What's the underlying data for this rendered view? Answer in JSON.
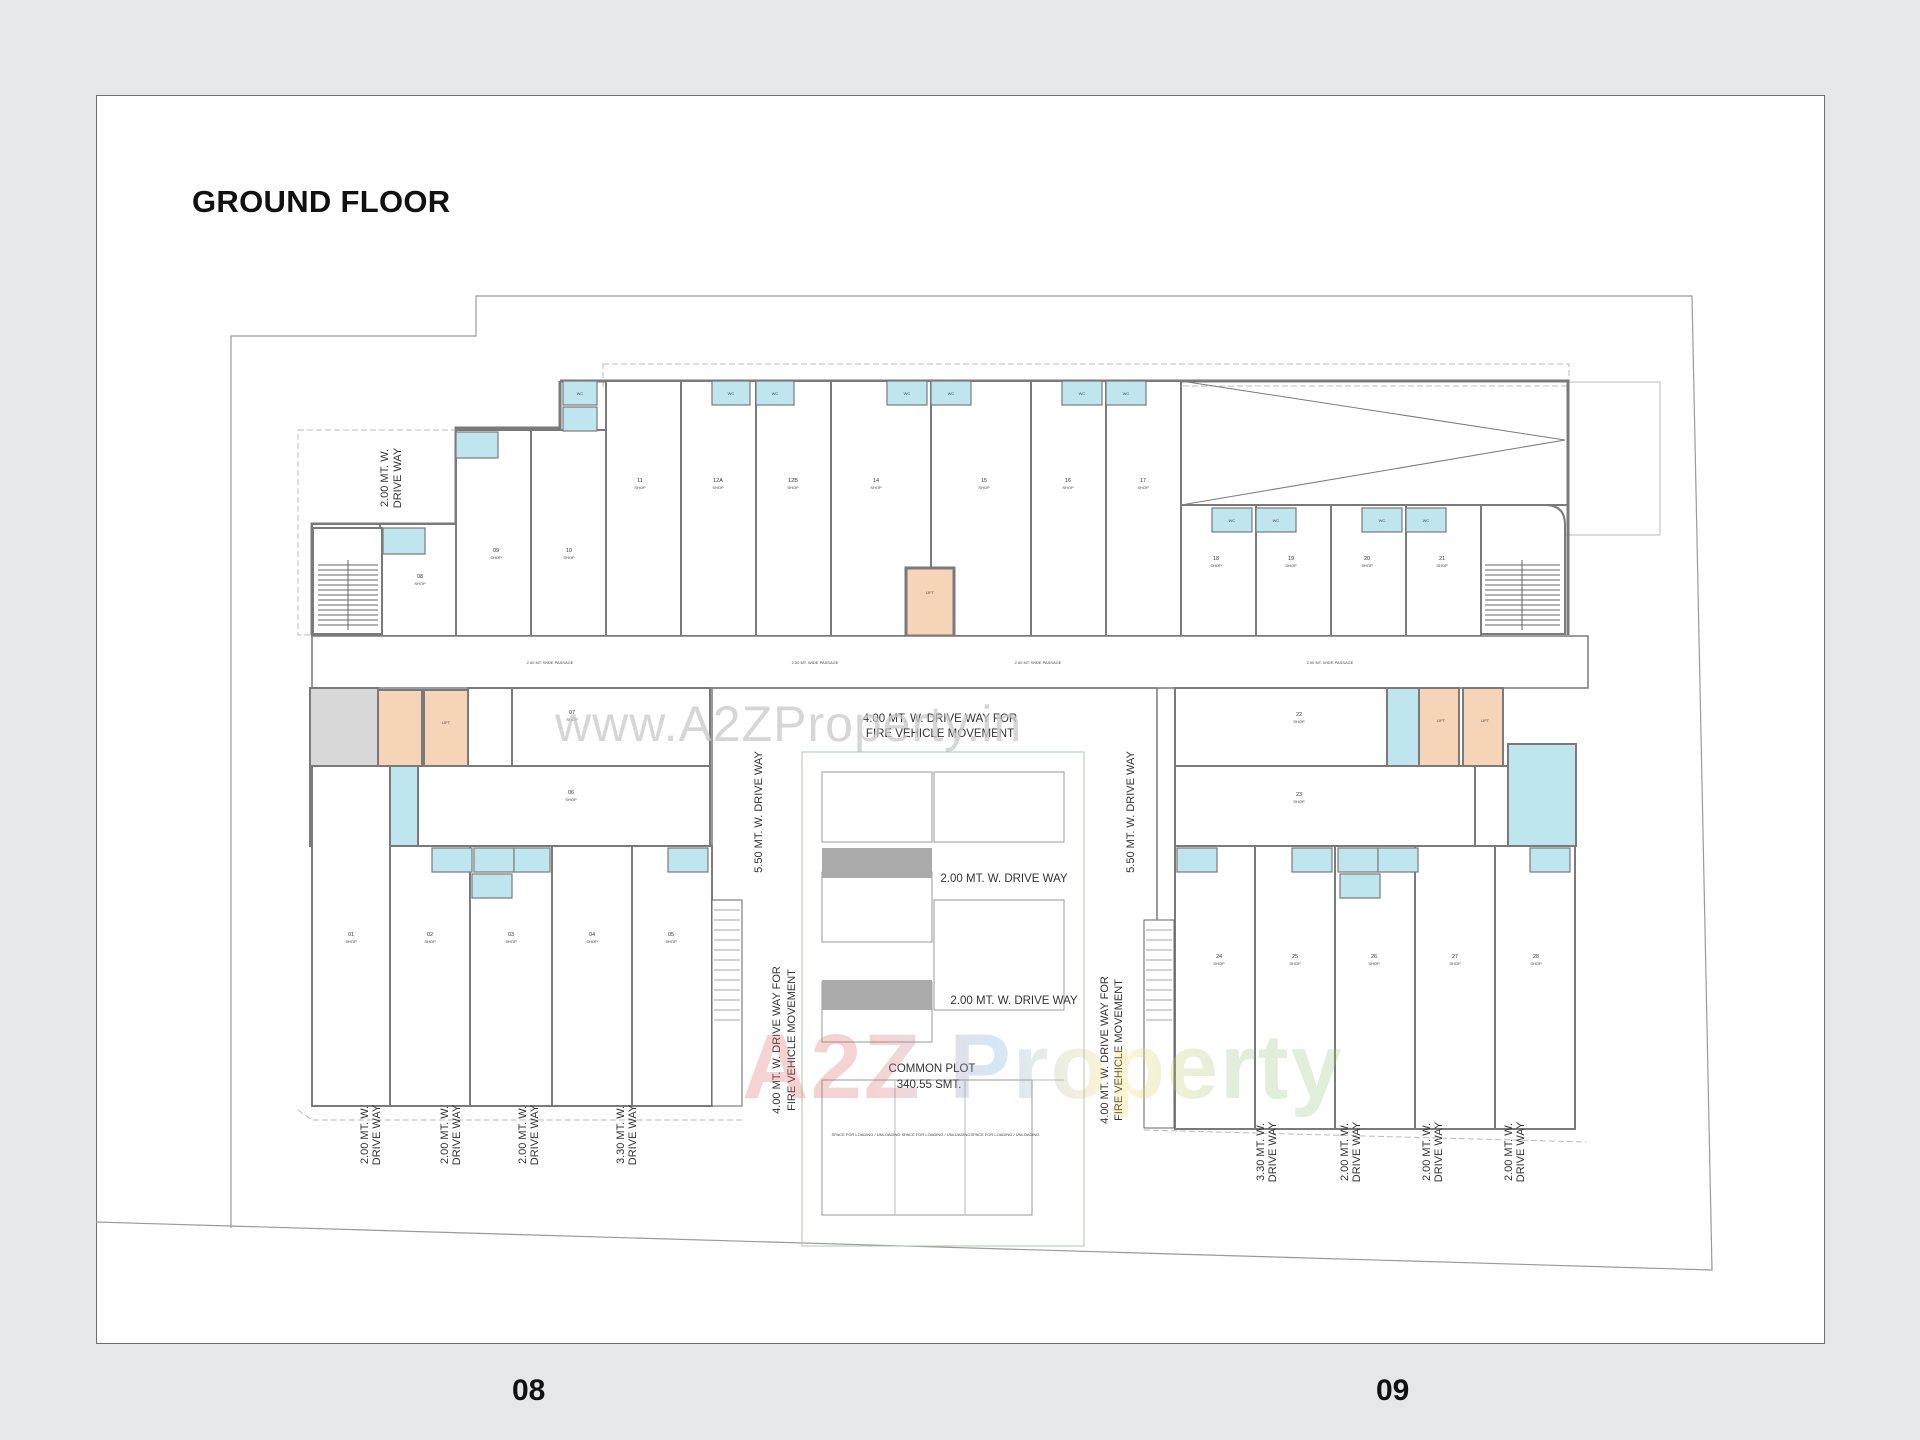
{
  "title": "GROUND FLOOR",
  "page_numbers": [
    "08",
    "09"
  ],
  "watermarks": {
    "url": "www.A2ZProperty.in",
    "brand": "A2Z Property"
  },
  "drive_way_labels": {
    "fire_top": [
      "4.00 MT. W. DRIVE WAY FOR",
      "FIRE VEHICLE MOVEMENT"
    ],
    "fire_left": [
      "4.00 MT. W. DRIVE WAY FOR",
      "FIRE VEHICLE MOVEMENT"
    ],
    "fire_right": [
      "4.00 MT. W. DRIVE WAY FOR",
      "FIRE VEHICLE MOVEMENT"
    ],
    "side_left": "5.50 MT. W. DRIVE WAY",
    "side_right": "5.50 MT. W. DRIVE WAY",
    "center_1": "2.00 MT. W. DRIVE WAY",
    "center_2": "2.00 MT. W. DRIVE WAY",
    "top_left": [
      "2.00 MT. W.",
      "DRIVE WAY"
    ],
    "bottom": [
      [
        "2.00 MT. W.",
        "DRIVE WAY"
      ],
      [
        "2.00 MT. W.",
        "DRIVE WAY"
      ],
      [
        "2.00 MT. W.",
        "DRIVE WAY"
      ],
      [
        "3.30 MT. W.",
        "DRIVE WAY"
      ],
      [
        "3.30 MT. W.",
        "DRIVE WAY"
      ],
      [
        "2.00 MT. W.",
        "DRIVE WAY"
      ],
      [
        "2.00 MT. W.",
        "DRIVE WAY"
      ],
      [
        "2.00 MT. W.",
        "DRIVE WAY"
      ]
    ]
  },
  "common_plot": {
    "name": "COMMON PLOT",
    "area": "340.55 SMT."
  },
  "loading_bays": [
    "SPACE FOR LOADING / UNLOADING",
    "SPACE FOR LOADING / UNLOADING",
    "SPACE FOR LOADING / UNLOADING"
  ],
  "passage_label": "2.00 MT. WIDE PASSAGE",
  "shop_numbers": [
    "01",
    "02",
    "03",
    "04",
    "05",
    "06",
    "07",
    "08",
    "09",
    "10",
    "11",
    "12A",
    "12B",
    "14",
    "15",
    "16",
    "17",
    "18",
    "19",
    "20",
    "21",
    "22",
    "23",
    "24",
    "25",
    "26",
    "27",
    "28"
  ],
  "shop_word": "SHOP",
  "wc_label": "WC",
  "lift_label": "LIFT",
  "colors": {
    "wall": "#7a7a7a",
    "toilet": "#bfe6ef",
    "lift": "#f6d4b8",
    "stair_shade": "#9a9a9a",
    "watermark_a": "#e06666",
    "watermark_2": "#6fa8dc",
    "watermark_z": "#e06666",
    "watermark_p": "#6fa8dc",
    "watermark_r": "#93c47d",
    "watermark_o": "#ffd966"
  }
}
